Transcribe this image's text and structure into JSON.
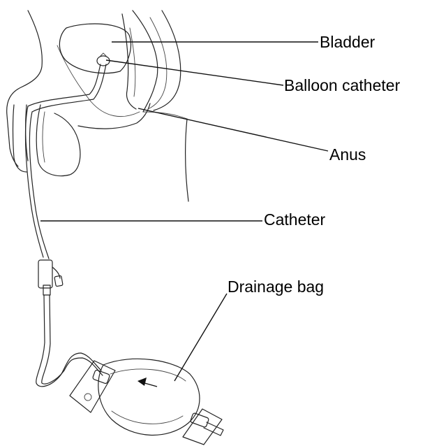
{
  "labels": {
    "bladder": "Bladder",
    "balloon_catheter": "Balloon catheter",
    "anus": "Anus",
    "catheter": "Catheter",
    "drainage_bag": "Drainage bag"
  },
  "colors": {
    "line": "#222222",
    "background": "#ffffff",
    "text": "#000000"
  }
}
